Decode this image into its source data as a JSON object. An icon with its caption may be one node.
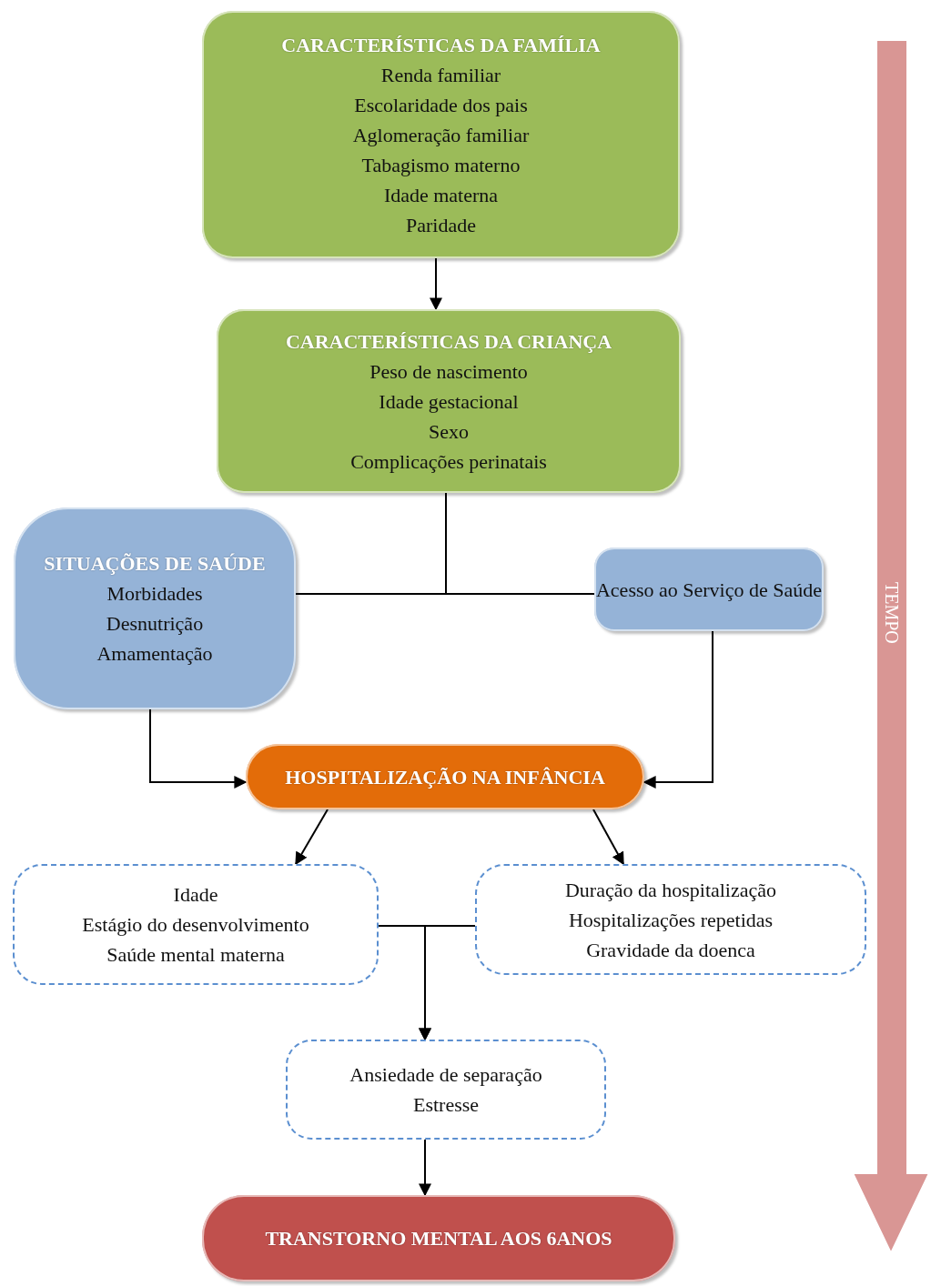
{
  "diagram": {
    "nodes": [
      {
        "text": [
          "CARACTERÍSTICAS DA FAMÍLIA",
          "Renda familiar",
          "Escolaridade dos pais",
          "Aglomeração familiar",
          "Tabagismo materno",
          "Idade materna",
          "Paridade"
        ]
      },
      {
        "text": [
          "CARACTERÍSTICAS DA CRIANÇA",
          "Peso de nascimento",
          "Idade gestacional",
          "Sexo",
          "Complicações perinatais"
        ]
      },
      {
        "text": [
          "SITUAÇÕES DE SAÚDE",
          "Morbidades",
          "Desnutrição",
          "Amamentação"
        ]
      },
      {
        "text": [
          "Acesso ao Serviço de Saúde"
        ]
      },
      {
        "text": [
          "HOSPITALIZAÇÃO NA INFÂNCIA"
        ]
      },
      {
        "text": [
          "Idade",
          "Estágio do desenvolvimento",
          "Saúde mental materna"
        ]
      },
      {
        "text": [
          "Duração da hospitalização",
          "Hospitalizações repetidas",
          "Gravidade da doenca"
        ]
      },
      {
        "text": [
          "Ansiedade de separação",
          "Estresse"
        ]
      },
      {
        "text": [
          "TRANSTORNO MENTAL AOS 6ANOS"
        ]
      },
      {
        "text": [
          "TEMPO"
        ]
      }
    ],
    "edges": [
      {
        "from": 0,
        "to": 1,
        "arrow": "to"
      },
      {
        "from": 1,
        "to": 2,
        "arrow": "none"
      },
      {
        "from": 1,
        "to": 3,
        "arrow": "none"
      },
      {
        "from": 2,
        "to": 4,
        "arrow": "to"
      },
      {
        "from": 3,
        "to": 4,
        "arrow": "to"
      },
      {
        "from": 4,
        "to": 5,
        "arrow": "to"
      },
      {
        "from": 4,
        "to": 6,
        "arrow": "to"
      },
      {
        "from": 5,
        "to": 7,
        "arrow": "to"
      },
      {
        "from": 6,
        "to": 7,
        "arrow": "to"
      },
      {
        "from": 7,
        "to": 8,
        "arrow": "to"
      }
    ]
  }
}
